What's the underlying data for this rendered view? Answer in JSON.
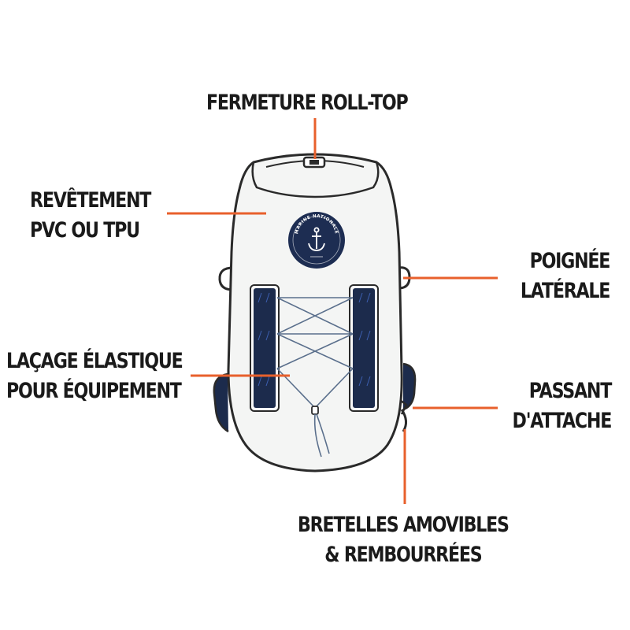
{
  "callouts": {
    "roll_top": "FERMETURE ROLL-TOP",
    "revetement": [
      "REVÊTEMENT",
      "PVC OU TPU"
    ],
    "poignee": [
      "POIGNÉE",
      "LATÉRALE"
    ],
    "lacage": [
      "LAÇAGE ÉLASTIQUE",
      "POUR ÉQUIPEMENT"
    ],
    "passant": [
      "PASSANT",
      "D'ATTACHE"
    ],
    "bretelles": [
      "BRETELLES AMOVIBLES",
      "& REMBOURRÉES"
    ]
  },
  "badge": {
    "text": "MARINE NATIONALE",
    "icon": "anchor-icon"
  },
  "colors": {
    "leader_line": "#e8602c",
    "outline": "#2a2a2a",
    "bag_fill": "#f4f5f4",
    "panel_navy": "#1c2b4c",
    "badge_navy": "#1d2d52"
  }
}
